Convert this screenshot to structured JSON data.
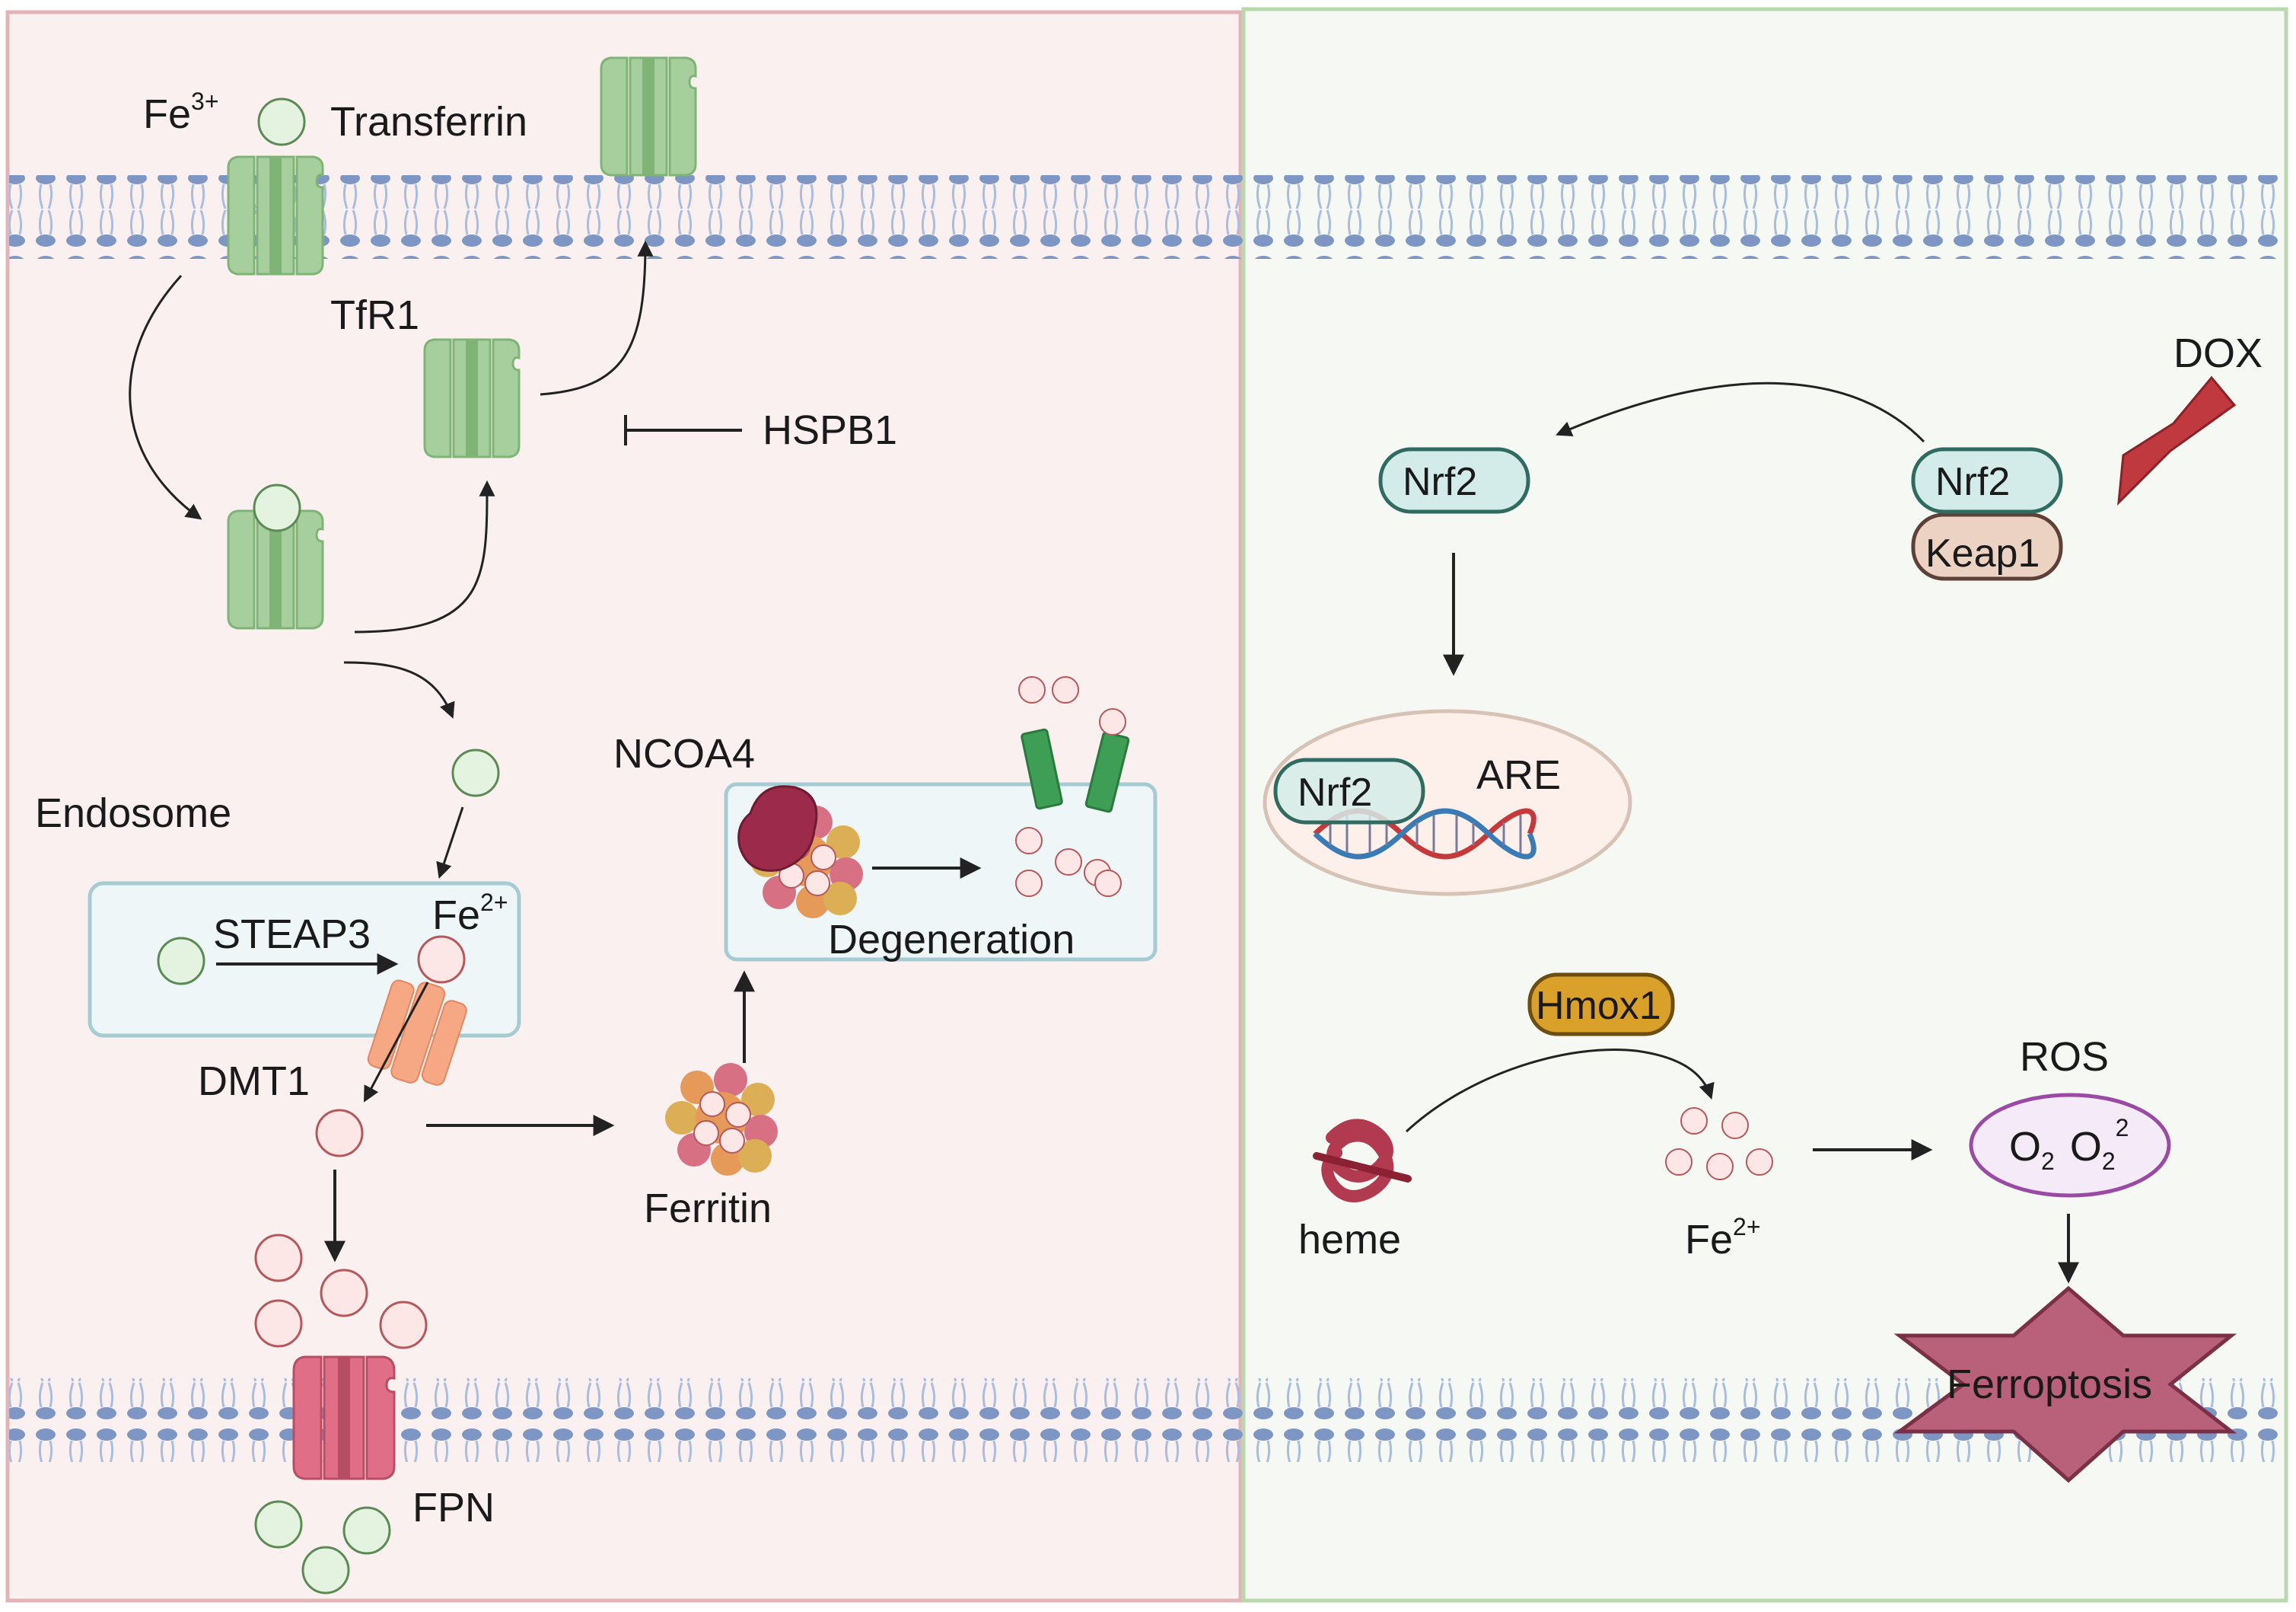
{
  "labels": {
    "fe3": "Fe",
    "fe3_sup": "3+",
    "transferrin": "Transferrin",
    "tfr1": "TfR1",
    "hspb1": "HSPB1",
    "endosome": "Endosome",
    "steap3": "STEAP3",
    "fe2": "Fe",
    "fe2_sup": "2+",
    "dmt1": "DMT1",
    "ncoa4": "NCOA4",
    "degeneration": "Degeneration",
    "ferritin": "Ferritin",
    "fpn": "FPN",
    "dox": "DOX",
    "nrf2_free": "Nrf2",
    "nrf2_bound": "Nrf2",
    "keap1": "Keap1",
    "nrf2_nucleus": "Nrf2",
    "are": "ARE",
    "hmox1": "Hmox1",
    "heme": "heme",
    "fe2_right": "Fe",
    "fe2_right_sup": "2+",
    "ros": "ROS",
    "o2": "O",
    "o2_sub": "2",
    "o2b": "O",
    "o2b_sub": "2",
    "o2b_sup": "2",
    "ferroptosis": "Ferroptosis"
  },
  "colors": {
    "left_panel_bg": "#fbf0f0",
    "left_panel_border": "#e2b4b8",
    "right_panel_bg": "#f5f8f3",
    "right_panel_border": "#b9d8ae",
    "membrane_head": "#7d96c4",
    "membrane_tail": "#a9bde0",
    "transporter_green": "#a7cf9e",
    "transporter_green_dark": "#7fb476",
    "fe3_circle": "#e4f3df",
    "fe3_stroke": "#5c8a54",
    "fe2_circle": "#fde6e6",
    "fe2_stroke": "#b5585c",
    "fpn_pink": "#e06e86",
    "dmt1_orange": "#f6a784",
    "nrf2_fill": "#d3ece9",
    "nrf2_stroke": "#2f6b60",
    "keap1_fill": "#ecd2c2",
    "keap1_stroke": "#5d4136",
    "hmox1_fill": "#d9a02a",
    "hmox1_stroke": "#6d4e10",
    "ros_fill": "#f5eaf7",
    "ros_stroke": "#9a4aa4",
    "ferroptosis_fill": "#b9607a",
    "ferroptosis_stroke": "#7a3046",
    "dox_red": "#c0393f",
    "nucleus_fill": "#fdf0ea",
    "nucleus_stroke": "#d7c3b6",
    "dna_red": "#c5393b",
    "dna_blue": "#3b7bb5"
  },
  "icons": [
    "transferrin-receptor-icon",
    "iron-ion-icon",
    "ferroportin-icon",
    "dmt1-transporter-icon",
    "ferritin-cage-icon",
    "ncoa4-protein-icon",
    "dox-drug-icon",
    "dna-helix-icon",
    "heme-protein-icon"
  ]
}
